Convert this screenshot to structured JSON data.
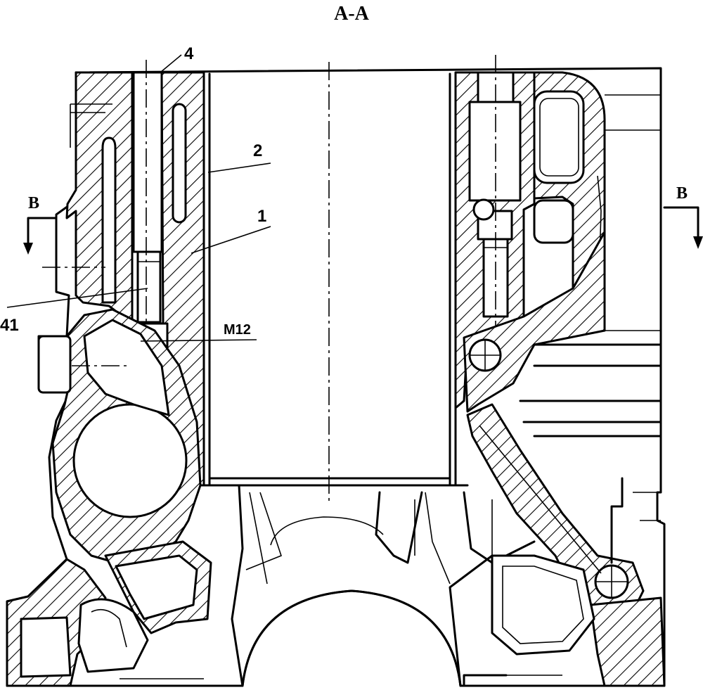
{
  "figure": {
    "section_title": "A-A",
    "section_marks": {
      "left": "B",
      "right": "B"
    },
    "callouts": [
      {
        "id": "4",
        "text": "4"
      },
      {
        "id": "2",
        "text": "2"
      },
      {
        "id": "1",
        "text": "1"
      },
      {
        "id": "41",
        "text": "41"
      },
      {
        "id": "m12",
        "text": "M12"
      }
    ]
  }
}
